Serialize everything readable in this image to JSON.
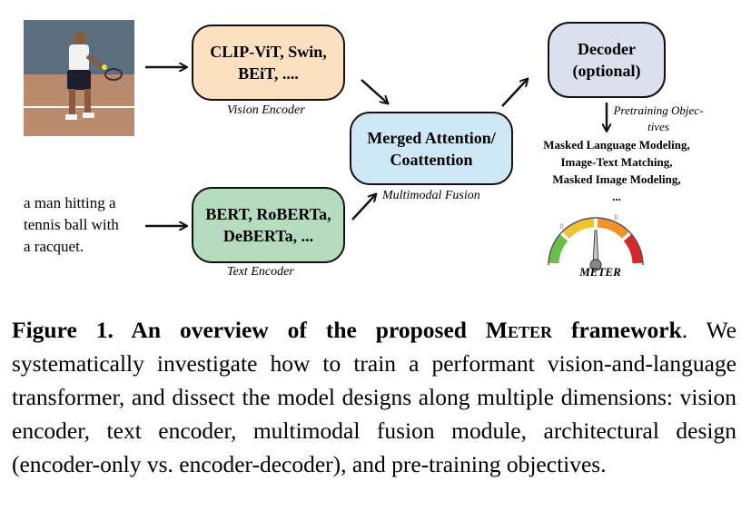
{
  "figure": {
    "text_input": "a man hitting a\ntennis ball with\na racquet.",
    "vision_encoder": {
      "label": "CLIP-ViT, Swin,\nBEiT, ....",
      "caption": "Vision Encoder",
      "color": "#fde0bf"
    },
    "text_encoder": {
      "label": "BERT, RoBERTa,\nDeBERTa, ...",
      "caption": "Text Encoder",
      "color": "#b6dcc0"
    },
    "fusion": {
      "label": "Merged Attention/\nCoattention",
      "caption": "Multimodal Fusion",
      "color": "#cfe8f7"
    },
    "decoder": {
      "label": "Decoder\n(optional)",
      "color": "#dcdfed"
    },
    "objectives": {
      "title": "Pretraining Objec-\ntives",
      "items": [
        "Masked Language Modeling,",
        "Image-Text Matching,",
        "Masked Image Modeling,",
        "..."
      ]
    },
    "meter_logo": "METER",
    "gauge_colors": [
      "#6abf4b",
      "#f2c230",
      "#f0932b",
      "#d6282a"
    ]
  },
  "caption": {
    "title_prefix": "Figure 1. An overview of the proposed ",
    "title_name": "Meter",
    "title_suffix": " framework",
    "body": ". We systematically investigate how to train a performant vision-and-language transformer, and dissect the model designs along multiple dimensions: vision encoder, text encoder, multimodal fusion module, architectural design (encoder-only vs. encoder-decoder), and pre-training objectives."
  }
}
